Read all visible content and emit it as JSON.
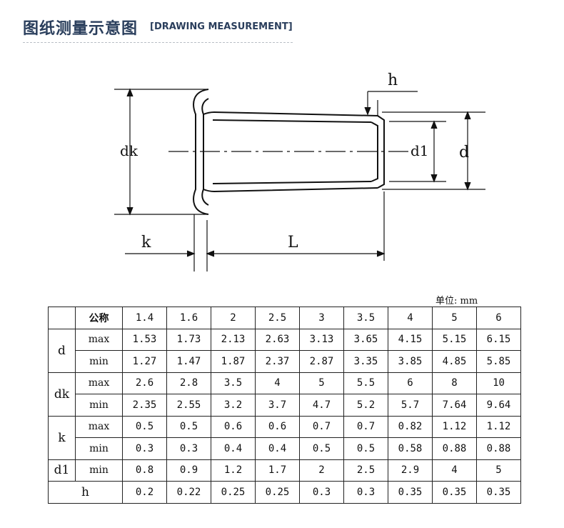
{
  "header": {
    "title": "图纸测量示意图",
    "subtitle": "[DRAWING MEASUREMENT]"
  },
  "drawing": {
    "labels": {
      "dk": "dk",
      "d1": "d1",
      "d": "d",
      "h": "h",
      "k": "k",
      "L": "L"
    }
  },
  "table": {
    "unit": "单位: mm",
    "nominal_label": "公称",
    "nominal": [
      "1.4",
      "1.6",
      "2",
      "2.5",
      "3",
      "3.5",
      "4",
      "5",
      "6"
    ],
    "groups": [
      {
        "param": "d",
        "rows": [
          {
            "sub": "max",
            "values": [
              "1.53",
              "1.73",
              "2.13",
              "2.63",
              "3.13",
              "3.65",
              "4.15",
              "5.15",
              "6.15"
            ]
          },
          {
            "sub": "min",
            "values": [
              "1.27",
              "1.47",
              "1.87",
              "2.37",
              "2.87",
              "3.35",
              "3.85",
              "4.85",
              "5.85"
            ]
          }
        ]
      },
      {
        "param": "dk",
        "rows": [
          {
            "sub": "max",
            "values": [
              "2.6",
              "2.8",
              "3.5",
              "4",
              "5",
              "5.5",
              "6",
              "8",
              "10"
            ]
          },
          {
            "sub": "min",
            "values": [
              "2.35",
              "2.55",
              "3.2",
              "3.7",
              "4.7",
              "5.2",
              "5.7",
              "7.64",
              "9.64"
            ]
          }
        ]
      },
      {
        "param": "k",
        "rows": [
          {
            "sub": "max",
            "values": [
              "0.5",
              "0.5",
              "0.6",
              "0.6",
              "0.7",
              "0.7",
              "0.82",
              "1.12",
              "1.12"
            ]
          },
          {
            "sub": "min",
            "values": [
              "0.3",
              "0.3",
              "0.4",
              "0.4",
              "0.5",
              "0.5",
              "0.58",
              "0.88",
              "0.88"
            ]
          }
        ]
      },
      {
        "param": "d1",
        "rows": [
          {
            "sub": "min",
            "values": [
              "0.8",
              "0.9",
              "1.2",
              "1.7",
              "2",
              "2.5",
              "2.9",
              "4",
              "5"
            ]
          }
        ]
      }
    ],
    "h_row": {
      "param": "h",
      "values": [
        "0.2",
        "0.22",
        "0.25",
        "0.25",
        "0.3",
        "0.3",
        "0.35",
        "0.35",
        "0.35"
      ]
    }
  }
}
